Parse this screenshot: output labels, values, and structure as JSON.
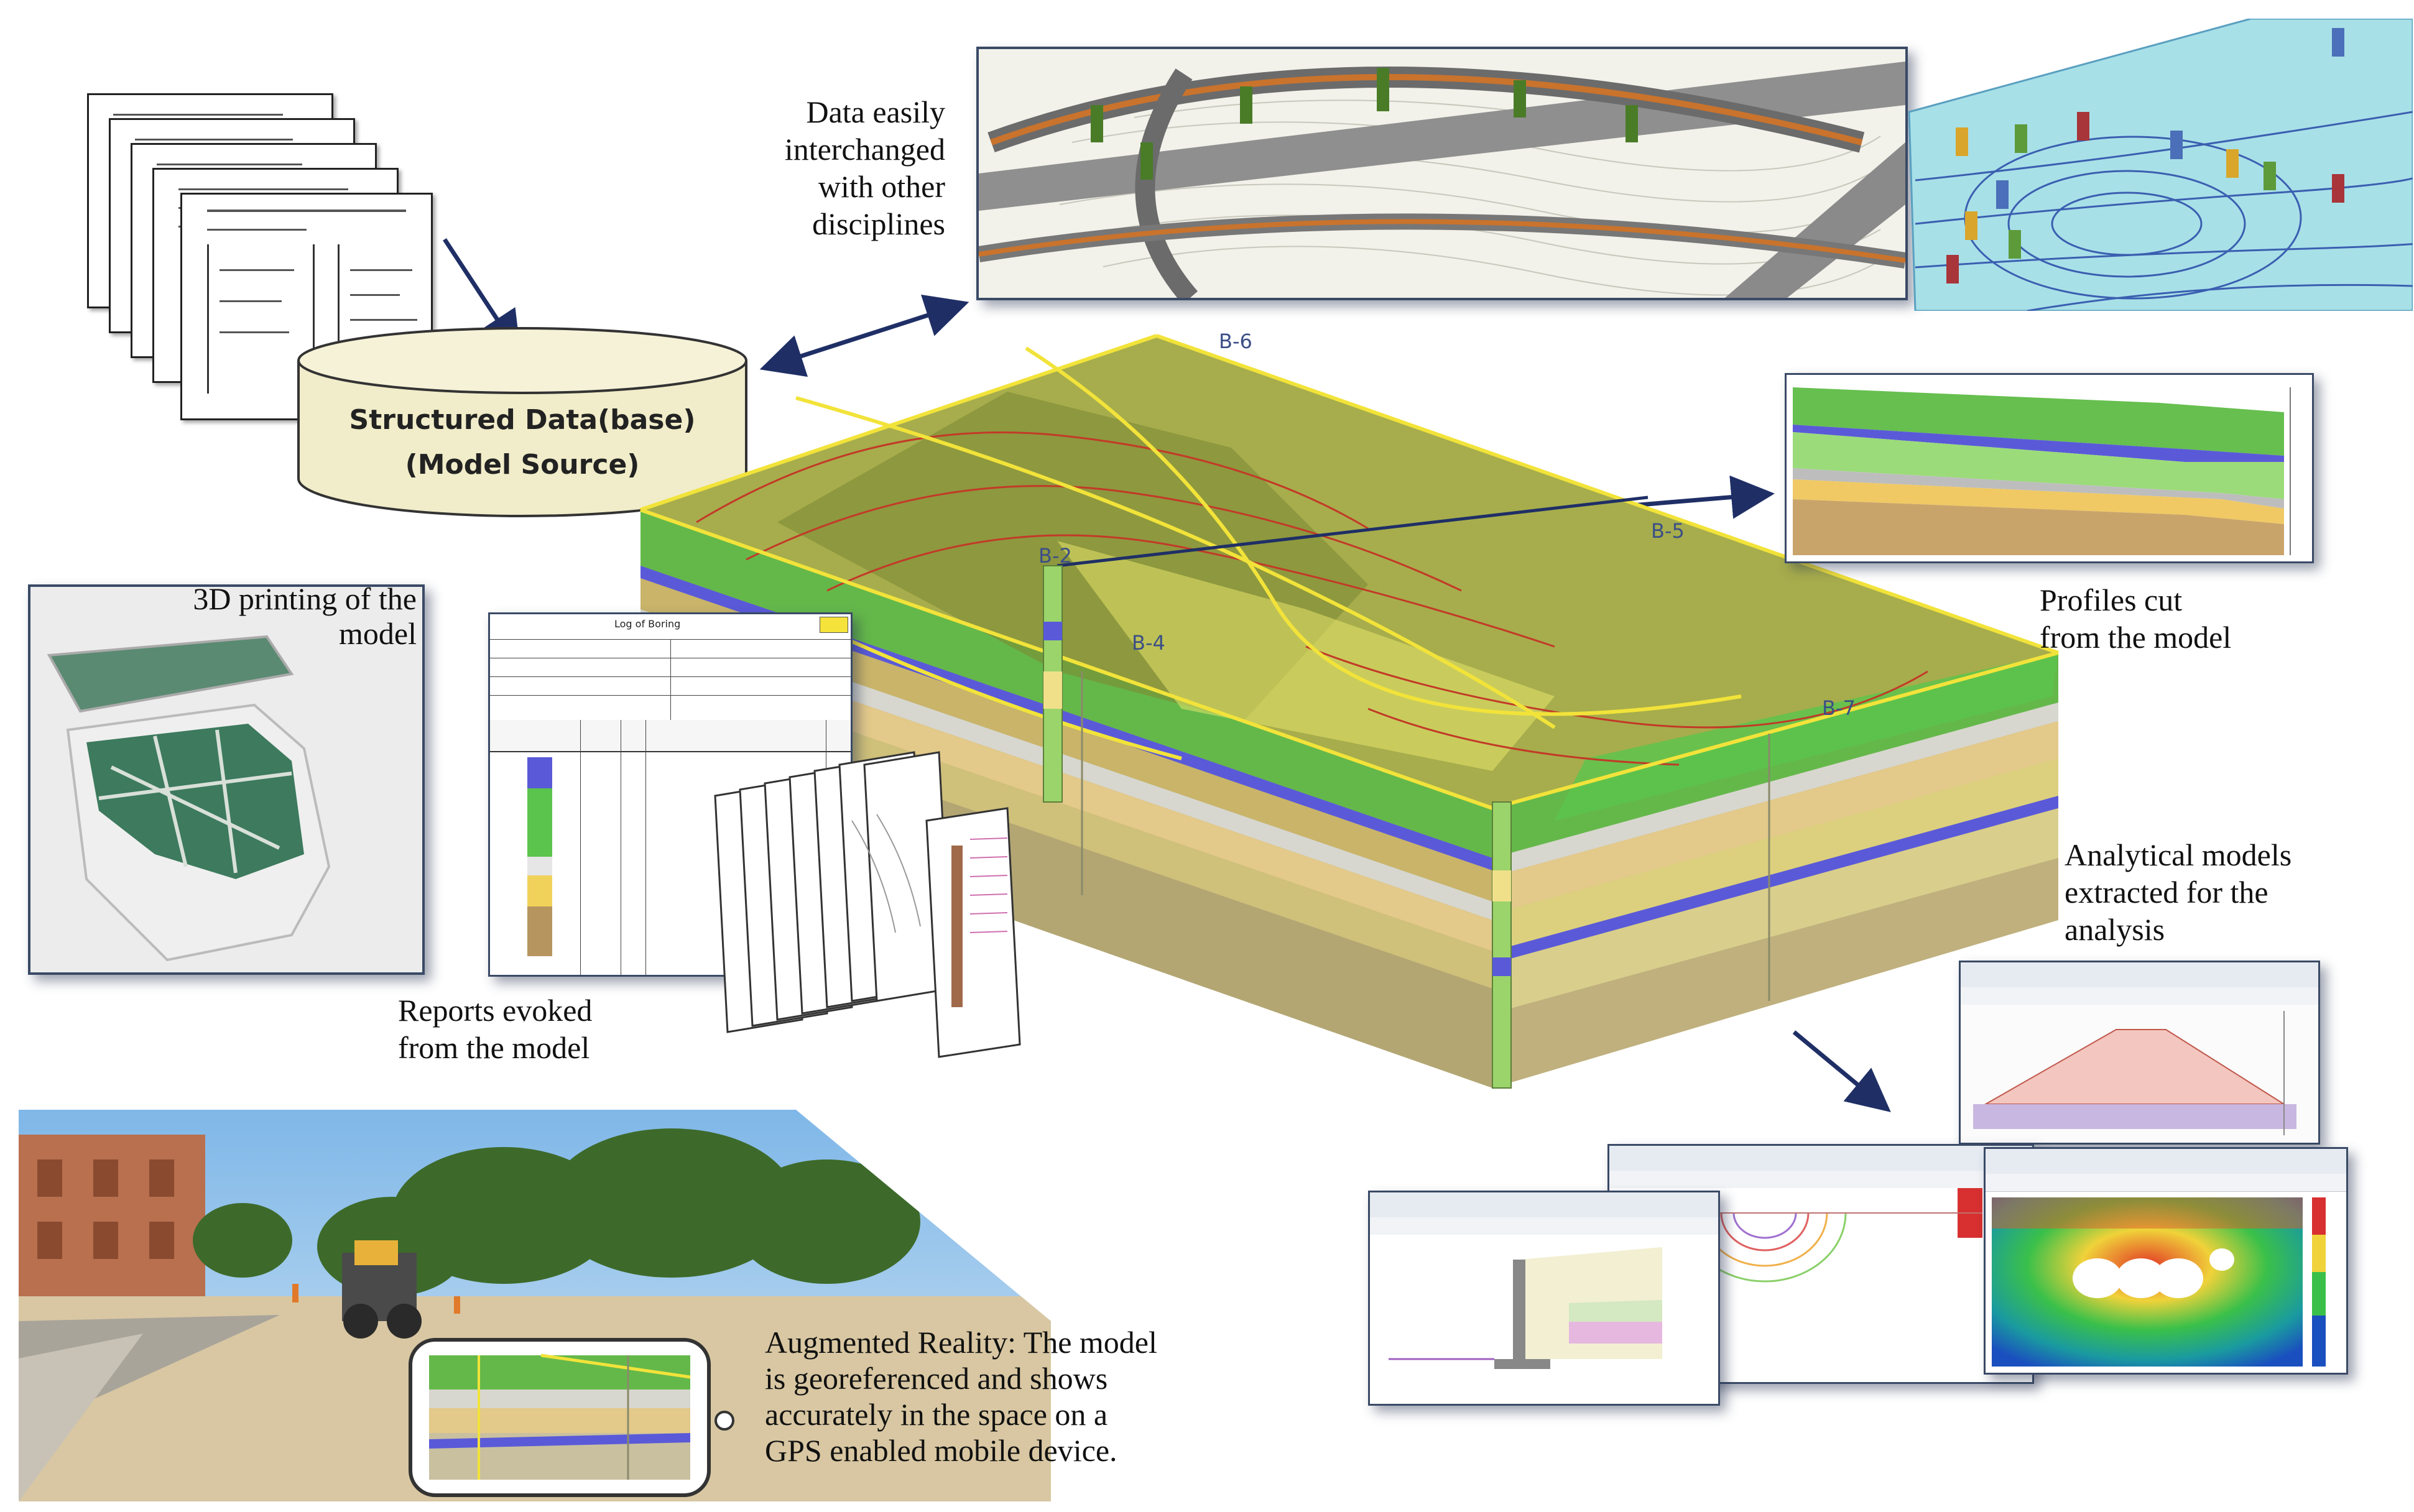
{
  "database": {
    "line1": "Structured Data(base)",
    "line2": "(Model Source)"
  },
  "captions": {
    "interchange": [
      "Data easily",
      "interchanged",
      "with other",
      "disciplines"
    ],
    "printing": [
      "3D printing of the",
      "model"
    ],
    "profiles": [
      "Profiles cut",
      "from the model"
    ],
    "reports": [
      "Reports evoked",
      "from the model"
    ],
    "analytical": [
      "Analytical models",
      "extracted for the",
      "analysis"
    ],
    "ar": [
      "Augmented Reality: The model",
      "is georeferenced and shows",
      "accurately in the space on a",
      "GPS enabled mobile device."
    ]
  },
  "boreholes": [
    "B-6",
    "B-2",
    "B-4",
    "B-5",
    "B-7"
  ],
  "report_title": "Log of Boring",
  "colors": {
    "border": "#3a4a66",
    "arrow": "#1f2f66",
    "green_layer": "#66bf4f",
    "yellow_line": "#f2e33a",
    "purple_layer": "#5a5ad8",
    "sand_layer": "#e3c98a",
    "olive_surface": "#a7ad4c"
  }
}
